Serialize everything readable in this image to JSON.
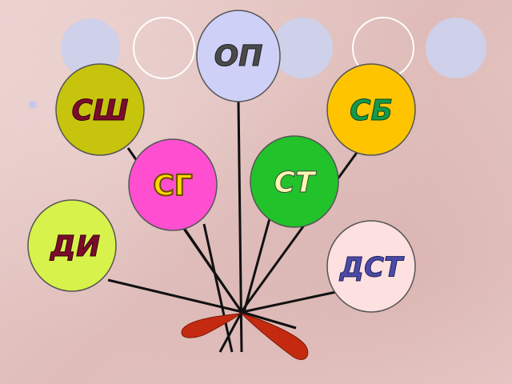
{
  "balloons": {
    "op": {
      "label": "ОП",
      "fill": "#cfd0f7",
      "text_color": "#4a4a4a"
    },
    "ssh": {
      "label": "СШ",
      "fill": "#c7c40d",
      "text_color": "#7a0c2a"
    },
    "sb": {
      "label": "СБ",
      "fill": "#ffc400",
      "text_color": "#139a4a"
    },
    "sg": {
      "label": "СГ",
      "fill": "#ff4fd0",
      "text_color": "#ffd700"
    },
    "st": {
      "label": "СТ",
      "fill": "#22c22a",
      "text_color": "#fff6b0"
    },
    "di": {
      "label": "ДИ",
      "fill": "#d7f24a",
      "text_color": "#7a0c2a"
    },
    "dst": {
      "label": "ДСТ",
      "fill": "#fde0e0",
      "text_color": "#4a4aa8"
    }
  },
  "decor_circles": {
    "fill": "#cfd0ea",
    "outline": "#ffffff"
  },
  "knot_color": "#c42a10"
}
